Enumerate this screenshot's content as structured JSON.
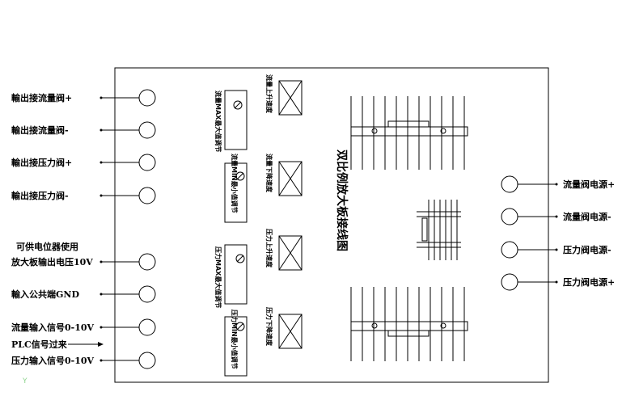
{
  "title": "双比例放大板接线图",
  "left_terminals": [
    {
      "label": "輸出接流量阀+"
    },
    {
      "label": "輸出接流量阀-"
    },
    {
      "label": "輸出接压力阀+"
    },
    {
      "label": "輸出接压力阀-"
    },
    {
      "label": "放大板输出电压10V",
      "label2": "可供电位器使用"
    },
    {
      "label": "輸入公共端GND"
    },
    {
      "label": "流量输入信号0-10V"
    },
    {
      "label": "压力输入信号0-10V"
    }
  ],
  "plc_note": "PLC信号过来",
  "right_terminals": [
    {
      "label": "流量阀电源+"
    },
    {
      "label": "流量阀电源-"
    },
    {
      "label": "压力阀电源-"
    },
    {
      "label": "压力阀电源+"
    }
  ],
  "potentiometers": [
    {
      "left": "流量MAX最大值调节",
      "right": "流量MIN最小值调节"
    },
    {
      "left": "压力MAX最大值调节",
      "right": "压力MIN最小值调节"
    }
  ],
  "ramp_adjusters": [
    {
      "label": "流量上升速度"
    },
    {
      "label": "流量下降速度"
    },
    {
      "label": "压力上升速度"
    },
    {
      "label": "压力下降速度"
    }
  ]
}
